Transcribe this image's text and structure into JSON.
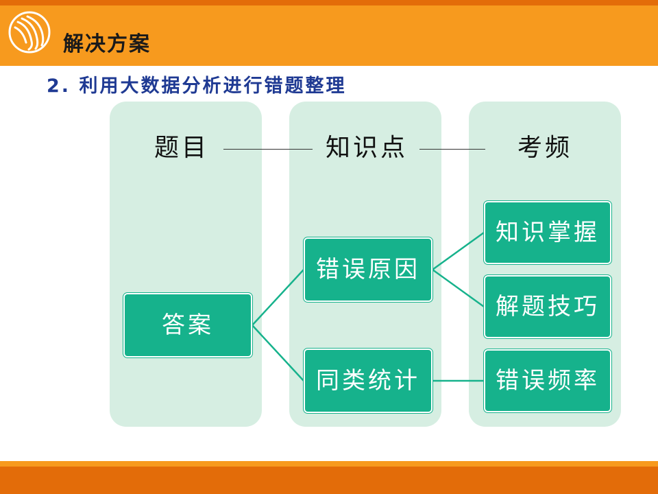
{
  "header": {
    "title": "解决方案",
    "accent_color": "#f79a1e",
    "dark_accent_color": "#e36c09",
    "logo_icon": "swirl-logo-icon"
  },
  "subtitle": "2. 利用大数据分析进行错题整理",
  "columns": {
    "header_1": "题目",
    "header_2": "知识点",
    "header_3": "考频",
    "background_color": "#d6eee2"
  },
  "nodes": {
    "answer": "答案",
    "error_cause": "错误原因",
    "similar_stats": "同类统计",
    "knowledge_mastery": "知识掌握",
    "solving_technique": "解题技巧",
    "error_frequency": "错误频率",
    "node_color": "#16b28c"
  }
}
